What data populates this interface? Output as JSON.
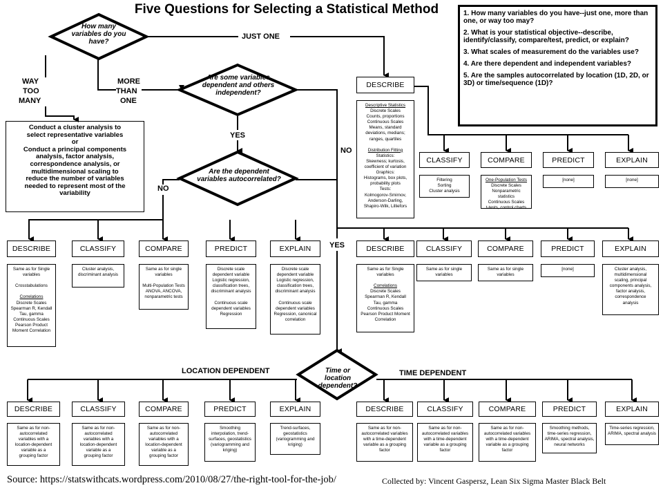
{
  "title": "Five Questions for Selecting a Statistical Method",
  "questions": [
    "1. How many variables do you have--just one, more than one, or way too may?",
    "2. What is your statistical objective--describe, identify/classify, compare/test, predict, or explain?",
    "3. What scales  of measurement do the variables use?",
    "4. Are there dependent and independent variables?",
    "5. Are the samples autocorrelated by location (1D, 2D, or 3D) or time/sequence (1D)?"
  ],
  "decisions": {
    "how_many": "How many variables do you have?",
    "dependent": "Are some variables dependent and others independent?",
    "autocorrelated": "Are the dependent variables autocorrelated?",
    "time_location": "Time or location dependent?"
  },
  "branch_labels": {
    "just_one": "JUST ONE",
    "way_too": "WAY",
    "too": "TOO",
    "many": "MANY",
    "more": "MORE",
    "than": "THAN",
    "one": "ONE",
    "yes1": "YES",
    "no1": "NO",
    "no2": "NO",
    "yes2": "YES",
    "location_dependent": "LOCATION DEPENDENT",
    "time_dependent": "TIME DEPENDENT"
  },
  "cluster_box": [
    "Conduct a cluster analysis to",
    "select representative variables",
    "or",
    "Conduct a principal components",
    "analysis, factor analysis,",
    "correspondence analysis, or",
    "multidimensional scaling to",
    "reduce the number of variables",
    "needed to represent most of the",
    "variability"
  ],
  "single": {
    "describe": {
      "header": "DESCRIBE",
      "lines": [
        {
          "t": "Descriptive Statistics",
          "u": true
        },
        {
          "t": "Discrete Scales"
        },
        {
          "t": "Counts, proportions"
        },
        {
          "t": "Continuous Scales"
        },
        {
          "t": "Means, standard"
        },
        {
          "t": "deviations, medians;"
        },
        {
          "t": "ranges, quartiles"
        },
        {
          "t": ""
        },
        {
          "t": "Distribution Fitting",
          "u": true
        },
        {
          "t": "Statistics:"
        },
        {
          "t": "Skewness; kurtosis,"
        },
        {
          "t": "coefficient of variation"
        },
        {
          "t": "Graphics:"
        },
        {
          "t": "Histograms, box plots,"
        },
        {
          "t": "probability plots"
        },
        {
          "t": "Tests:"
        },
        {
          "t": "Kolmogorov-Smirnov,"
        },
        {
          "t": "Anderson-Darling,"
        },
        {
          "t": "Shapiro-Wilk, Lilliefors"
        }
      ]
    },
    "classify": {
      "header": "CLASSIFY",
      "lines": [
        {
          "t": "Filtering"
        },
        {
          "t": "Sorting"
        },
        {
          "t": "Cluster analysis"
        }
      ]
    },
    "compare": {
      "header": "COMPARE",
      "lines": [
        {
          "t": "One-Population Tests",
          "u": true
        },
        {
          "t": "Discrete Scales"
        },
        {
          "t": "Nonparametric"
        },
        {
          "t": "statistics"
        },
        {
          "t": "Continuous Scales"
        },
        {
          "t": "t-tests, control charts"
        }
      ]
    },
    "predict": {
      "header": "PREDICT",
      "lines": [
        {
          "t": "[none]"
        }
      ]
    },
    "explain": {
      "header": "EXPLAIN",
      "lines": [
        {
          "t": "[none]"
        }
      ]
    }
  },
  "no_branch": {
    "describe": {
      "header": "DESCRIBE",
      "lines": [
        {
          "t": "Same as for Single"
        },
        {
          "t": "variables"
        },
        {
          "t": ""
        },
        {
          "t": "Crosstabulations"
        },
        {
          "t": ""
        },
        {
          "t": "Correlations",
          "u": true
        },
        {
          "t": "Discrete Scales"
        },
        {
          "t": "Spearman R, Kendall"
        },
        {
          "t": "Tau, gamma"
        },
        {
          "t": "Continuous Scales"
        },
        {
          "t": "Pearson Product"
        },
        {
          "t": "Moment Correlation"
        }
      ]
    },
    "classify": {
      "header": "CLASSIFY",
      "lines": [
        {
          "t": "Cluster analysis,"
        },
        {
          "t": "discriminant analysis"
        }
      ]
    },
    "compare": {
      "header": "COMPARE",
      "lines": [
        {
          "t": "Same as for single"
        },
        {
          "t": "variables"
        },
        {
          "t": ""
        },
        {
          "t": "Multi-Population Tests"
        },
        {
          "t": "ANOVA, ANCOVA,"
        },
        {
          "t": "nonparametric tests"
        }
      ]
    },
    "predict": {
      "header": "PREDICT",
      "lines": [
        {
          "t": "Discrete scale"
        },
        {
          "t": "dependent variable"
        },
        {
          "t": "Logistic regression,"
        },
        {
          "t": "classification trees,"
        },
        {
          "t": "discriminant analysis"
        },
        {
          "t": ""
        },
        {
          "t": "Continuous scale"
        },
        {
          "t": "dependent variables"
        },
        {
          "t": "Regression"
        }
      ]
    },
    "explain": {
      "header": "EXPLAIN",
      "lines": [
        {
          "t": "Discrete scale"
        },
        {
          "t": "dependent variable"
        },
        {
          "t": "Logistic regression,"
        },
        {
          "t": "classification trees,"
        },
        {
          "t": "discriminant analysis"
        },
        {
          "t": ""
        },
        {
          "t": "Continuous scale"
        },
        {
          "t": "dependent variables"
        },
        {
          "t": "Regression, canonical"
        },
        {
          "t": "correlation"
        }
      ]
    }
  },
  "multi_no": {
    "describe": {
      "header": "DESCRIBE",
      "lines": [
        {
          "t": "Same as for Single"
        },
        {
          "t": "variables"
        },
        {
          "t": ""
        },
        {
          "t": "Correlations",
          "u": true
        },
        {
          "t": "Discrete Scales"
        },
        {
          "t": "Spearman R, Kendall"
        },
        {
          "t": "Tau, gamma"
        },
        {
          "t": "Continuous Scales"
        },
        {
          "t": "Pearson Product Moment"
        },
        {
          "t": "Correlation"
        }
      ]
    },
    "classify": {
      "header": "CLASSIFY",
      "lines": [
        {
          "t": "Same as for single"
        },
        {
          "t": "variables"
        }
      ]
    },
    "compare": {
      "header": "COMPARE",
      "lines": [
        {
          "t": "Same as for single"
        },
        {
          "t": "variables"
        }
      ]
    },
    "predict": {
      "header": "PREDICT",
      "lines": [
        {
          "t": "[none]"
        }
      ]
    },
    "explain": {
      "header": "EXPLAIN",
      "lines": [
        {
          "t": "Cluster analysis,"
        },
        {
          "t": "multidimensional"
        },
        {
          "t": "scaling, principal"
        },
        {
          "t": "components analysis,"
        },
        {
          "t": "factor analysis,"
        },
        {
          "t": "correspondence"
        },
        {
          "t": "analysis"
        }
      ]
    }
  },
  "location": {
    "describe": {
      "header": "DESCRIBE",
      "lines": [
        {
          "t": "Same as for non-"
        },
        {
          "t": "autocorrelated"
        },
        {
          "t": "variables with a"
        },
        {
          "t": "location-dependent"
        },
        {
          "t": "variable as a"
        },
        {
          "t": "grouping factor"
        }
      ]
    },
    "classify": {
      "header": "CLASSIFY",
      "lines": [
        {
          "t": "Same as for non-"
        },
        {
          "t": "autocorrelated"
        },
        {
          "t": "variables with a"
        },
        {
          "t": "location-dependent"
        },
        {
          "t": "variable as a"
        },
        {
          "t": "grouping factor"
        }
      ]
    },
    "compare": {
      "header": "COMPARE",
      "lines": [
        {
          "t": "Same as for non-"
        },
        {
          "t": "autocorrelated"
        },
        {
          "t": "variables with a"
        },
        {
          "t": "location-dependent"
        },
        {
          "t": "variable as a"
        },
        {
          "t": "grouping factor"
        }
      ]
    },
    "predict": {
      "header": "PREDICT",
      "lines": [
        {
          "t": "Smoothing"
        },
        {
          "t": "interpolation, trend-"
        },
        {
          "t": "surfaces, geostatistics"
        },
        {
          "t": "(variogramming and"
        },
        {
          "t": "kriging)"
        }
      ]
    },
    "explain": {
      "header": "EXPLAIN",
      "lines": [
        {
          "t": "Trend-surfaces,"
        },
        {
          "t": "geostatistics"
        },
        {
          "t": "(variogramming and"
        },
        {
          "t": "kriging)"
        }
      ]
    }
  },
  "time": {
    "describe": {
      "header": "DESCRIBE",
      "lines": [
        {
          "t": "Same as for non-"
        },
        {
          "t": "autocorrelated variables"
        },
        {
          "t": "with a time-dependent"
        },
        {
          "t": "variable as a grouping"
        },
        {
          "t": "factor"
        }
      ]
    },
    "classify": {
      "header": "CLASSIFY",
      "lines": [
        {
          "t": "Same as for non-"
        },
        {
          "t": "autocorrelated variables"
        },
        {
          "t": "with a time-dependent"
        },
        {
          "t": "variable as a grouping"
        },
        {
          "t": "factor"
        }
      ]
    },
    "compare": {
      "header": "COMPARE",
      "lines": [
        {
          "t": "Same as for non-"
        },
        {
          "t": "autocorrelated variables"
        },
        {
          "t": "with a time-dependent"
        },
        {
          "t": "variable as a grouping"
        },
        {
          "t": "factor"
        }
      ]
    },
    "predict": {
      "header": "PREDICT",
      "lines": [
        {
          "t": "Smoothing methods,"
        },
        {
          "t": "time-series regression,"
        },
        {
          "t": "ARIMA, spectral analysis,"
        },
        {
          "t": "neural networks"
        }
      ]
    },
    "explain": {
      "header": "EXPLAIN",
      "lines": [
        {
          "t": "Time-series regression,"
        },
        {
          "t": "ARIMA, spectral analysis"
        }
      ]
    }
  },
  "footer": {
    "source": "Source: https://statswithcats.wordpress.com/2010/08/27/the-right-tool-for-the-job/",
    "collected": "Collected by: Vincent Gaspersz, Lean Six Sigma Master Black Belt"
  }
}
